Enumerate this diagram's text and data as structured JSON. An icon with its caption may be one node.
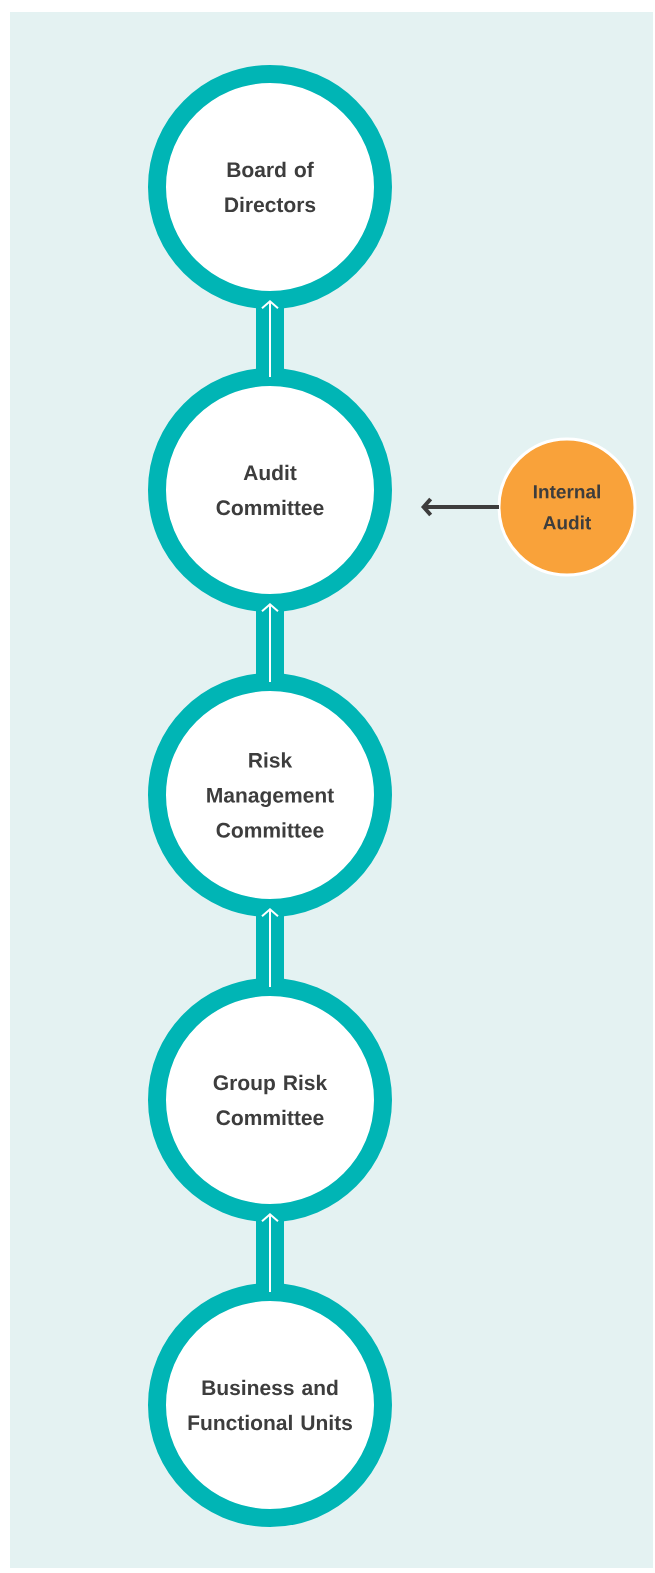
{
  "diagram": {
    "nodes": [
      {
        "text": [
          "Board of Directors"
        ]
      },
      {
        "text": [
          "Audit Committee"
        ]
      },
      {
        "text": [
          "Risk Management Committee"
        ]
      },
      {
        "text": [
          "Group Risk Committee"
        ]
      },
      {
        "text": [
          "Business and Functional Units"
        ]
      },
      {
        "text": [
          "Internal Audit"
        ]
      }
    ],
    "edges": [
      {
        "from": 1,
        "to": 0,
        "arrow": "to"
      },
      {
        "from": 2,
        "to": 1,
        "arrow": "to"
      },
      {
        "from": 3,
        "to": 2,
        "arrow": "to"
      },
      {
        "from": 4,
        "to": 3,
        "arrow": "to"
      },
      {
        "from": 5,
        "to": null,
        "arrow": "to",
        "color": "#3d3d3d"
      }
    ]
  }
}
